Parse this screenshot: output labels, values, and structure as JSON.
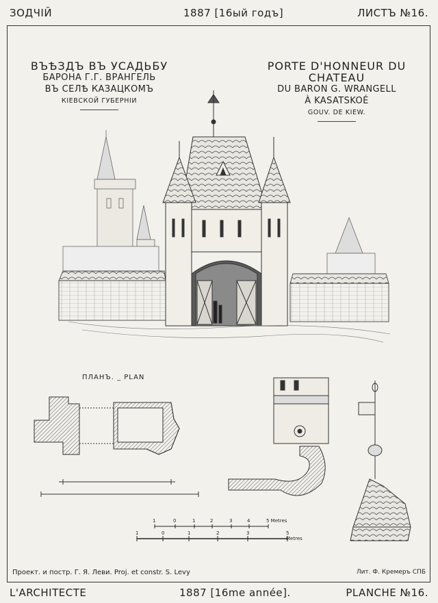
{
  "header": {
    "left": "ЗОДЧІЙ",
    "center": "1887 [16ый годъ]",
    "right": "ЛИСТЪ №16."
  },
  "title_ru": {
    "line1": "ВЪѢЗДЪ ВЪ УСАДЬБУ",
    "line2": "БАРОНА Г.Г. ВРАНГЕЛЬ",
    "line3": "ВЪ СЕЛѢ КАЗАЦКОМЪ",
    "line4": "КІЕВСКОЙ ГУБЕРНІИ"
  },
  "title_fr": {
    "line1": "PORTE D'HONNEUR DU CHATEAU",
    "line2": "DU BARON G. WRANGELL",
    "line3": "À KASATSKOÉ",
    "line4": "GOUV. DE KIEW."
  },
  "plan_label": "ПЛАНЪ. _ PLAN",
  "scale": {
    "top_ticks": [
      "1",
      "0",
      "1",
      "2",
      "3",
      "4",
      "5 Metres"
    ],
    "bottom_ticks": [
      "1",
      "0",
      "1",
      "2",
      "3",
      "5 Metres"
    ]
  },
  "credits": {
    "left": "Проект. и постр. Г. Я. Леви. Proj. et constr. S. Levy",
    "right": "Лит. Ф. Кремеръ СПБ"
  },
  "footer": {
    "left": "L'ARCHITECTE",
    "center": "1887 [16me année].",
    "right": "PLANCHE №16."
  }
}
